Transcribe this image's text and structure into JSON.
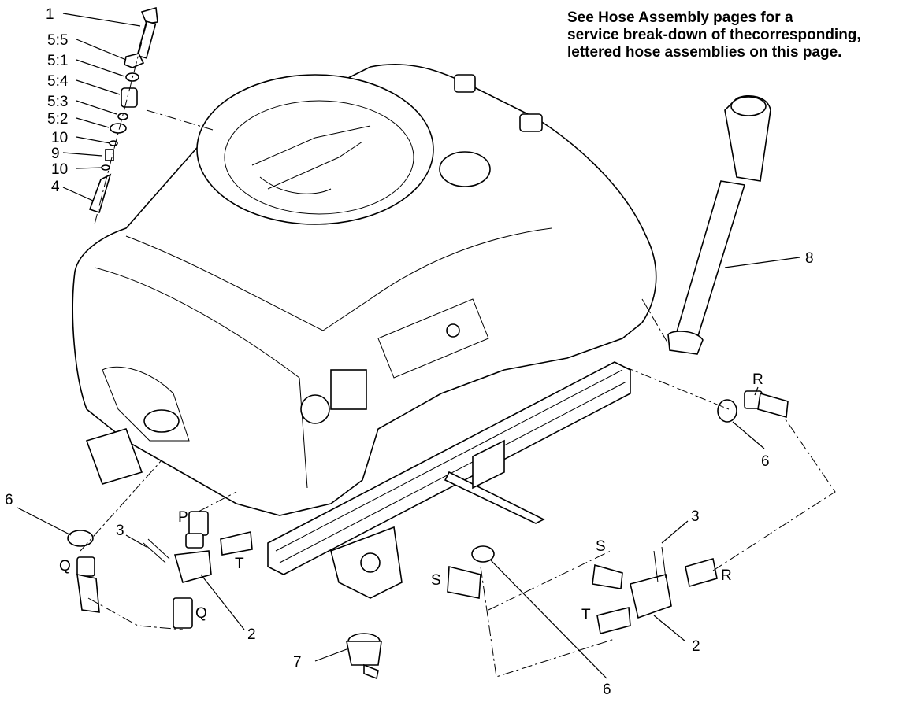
{
  "note": {
    "line1": "See Hose Assembly pages for a",
    "line2": "service break-down of thecorresponding,",
    "line3": "lettered hose assemblies on this page."
  },
  "callouts": {
    "c1": "1",
    "c55": "5:5",
    "c51": "5:1",
    "c54": "5:4",
    "c53": "5:3",
    "c52": "5:2",
    "c10a": "10",
    "c9": "9",
    "c10b": "10",
    "c4": "4",
    "c8": "8",
    "cR1": "R",
    "c6a": "6",
    "c6b": "6",
    "cP": "P",
    "c3a": "3",
    "cT1": "T",
    "cQ1": "Q",
    "cQ2": "Q",
    "c2a": "2",
    "c7": "7",
    "cS1": "S",
    "cS2": "S",
    "c6c": "6",
    "c3b": "3",
    "cR2": "R",
    "cT2": "T",
    "c2b": "2"
  }
}
